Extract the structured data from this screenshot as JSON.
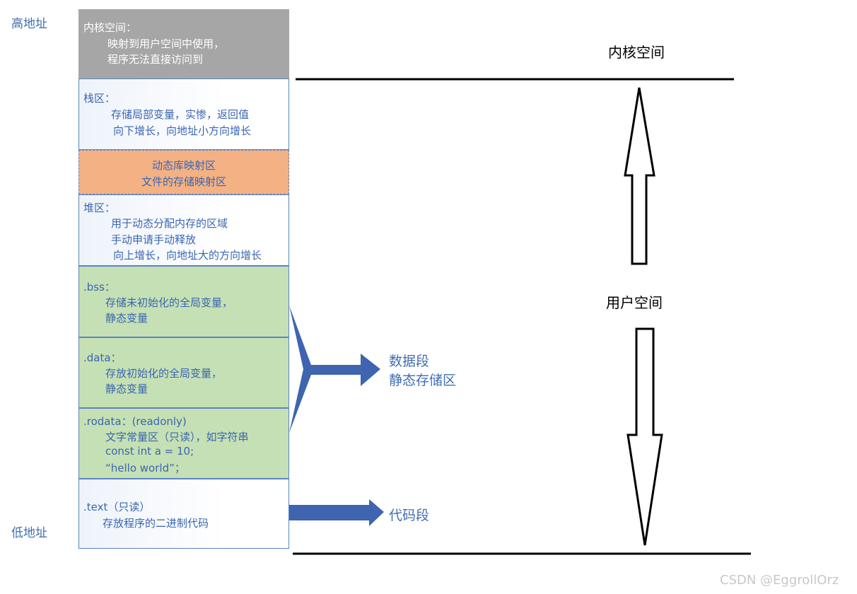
{
  "address_labels": {
    "high": "高地址",
    "low": "低地址"
  },
  "segments": {
    "kernel": {
      "title": "内核空间：",
      "lines": [
        "映射到用户空间中使用，",
        "程序无法直接访问到"
      ]
    },
    "stack": {
      "title": "栈区：",
      "lines": [
        "存储局部变量，实惨，返回值",
        "向下增长，向地址小方向增长"
      ]
    },
    "dynlib": {
      "lines": [
        "动态库映射区",
        "文件的存储映射区"
      ]
    },
    "heap": {
      "title": "堆区：",
      "lines": [
        "用于动态分配内存的区域",
        "手动申请手动释放",
        "向上增长，向地址大的方向增长"
      ]
    },
    "bss": {
      "title": ".bss：",
      "lines": [
        "存储未初始化的全局变量，",
        "静态变量"
      ]
    },
    "data": {
      "title": ".data：",
      "lines": [
        "存放初始化的全局变量，",
        "静态变量"
      ]
    },
    "rodata": {
      "title": ".rodata：(readonly)",
      "lines": [
        "文字常量区（只读），如字符串",
        "const int a = 10;",
        "“hello world”；"
      ]
    },
    "text": {
      "title": ".text（只读）",
      "lines": [
        "存放程序的二进制代码"
      ]
    }
  },
  "pointers": {
    "data_segment": [
      "数据段",
      "静态存储区"
    ],
    "code_segment": "代码段"
  },
  "space_labels": {
    "kernel": "内核空间",
    "user": "用户空间"
  },
  "watermark": "CSDN @EggrollOrz",
  "colors": {
    "kernel_bg": "#a6a6a6",
    "dynlib_bg": "#f4b183",
    "static_bg": "#c5e0b4",
    "border": "#5b84c4",
    "arrow_fill": "#3f64b0",
    "text_blue": "#3f6db4"
  }
}
